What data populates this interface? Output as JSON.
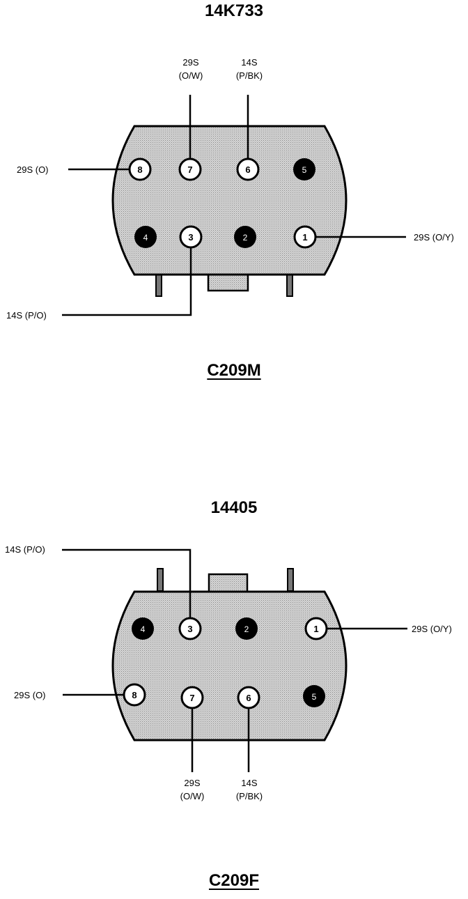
{
  "connectors": [
    {
      "part_number": "14K733",
      "connector_id": "C209M",
      "pins": [
        "8",
        "7",
        "6",
        "5",
        "4",
        "3",
        "2",
        "1"
      ],
      "labels": {
        "pin8": "29S (O)",
        "pin7_line1": "29S",
        "pin7_line2": "(O/W)",
        "pin6_line1": "14S",
        "pin6_line2": "(P/BK)",
        "pin1": "29S (O/Y)",
        "pin3": "14S (P/O)"
      }
    },
    {
      "part_number": "14405",
      "connector_id": "C209F",
      "pins": [
        "4",
        "3",
        "2",
        "1",
        "8",
        "7",
        "6",
        "5"
      ],
      "labels": {
        "pin3": "14S (P/O)",
        "pin1": "29S (O/Y)",
        "pin8": "29S (O)",
        "pin7_line1": "29S",
        "pin7_line2": "(O/W)",
        "pin6_line1": "14S",
        "pin6_line2": "(P/BK)"
      }
    }
  ],
  "colors": {
    "body_fill": "#c9c9c9",
    "outline": "#000000",
    "empty_cavity": "#000000",
    "used_cavity": "#ffffff"
  }
}
